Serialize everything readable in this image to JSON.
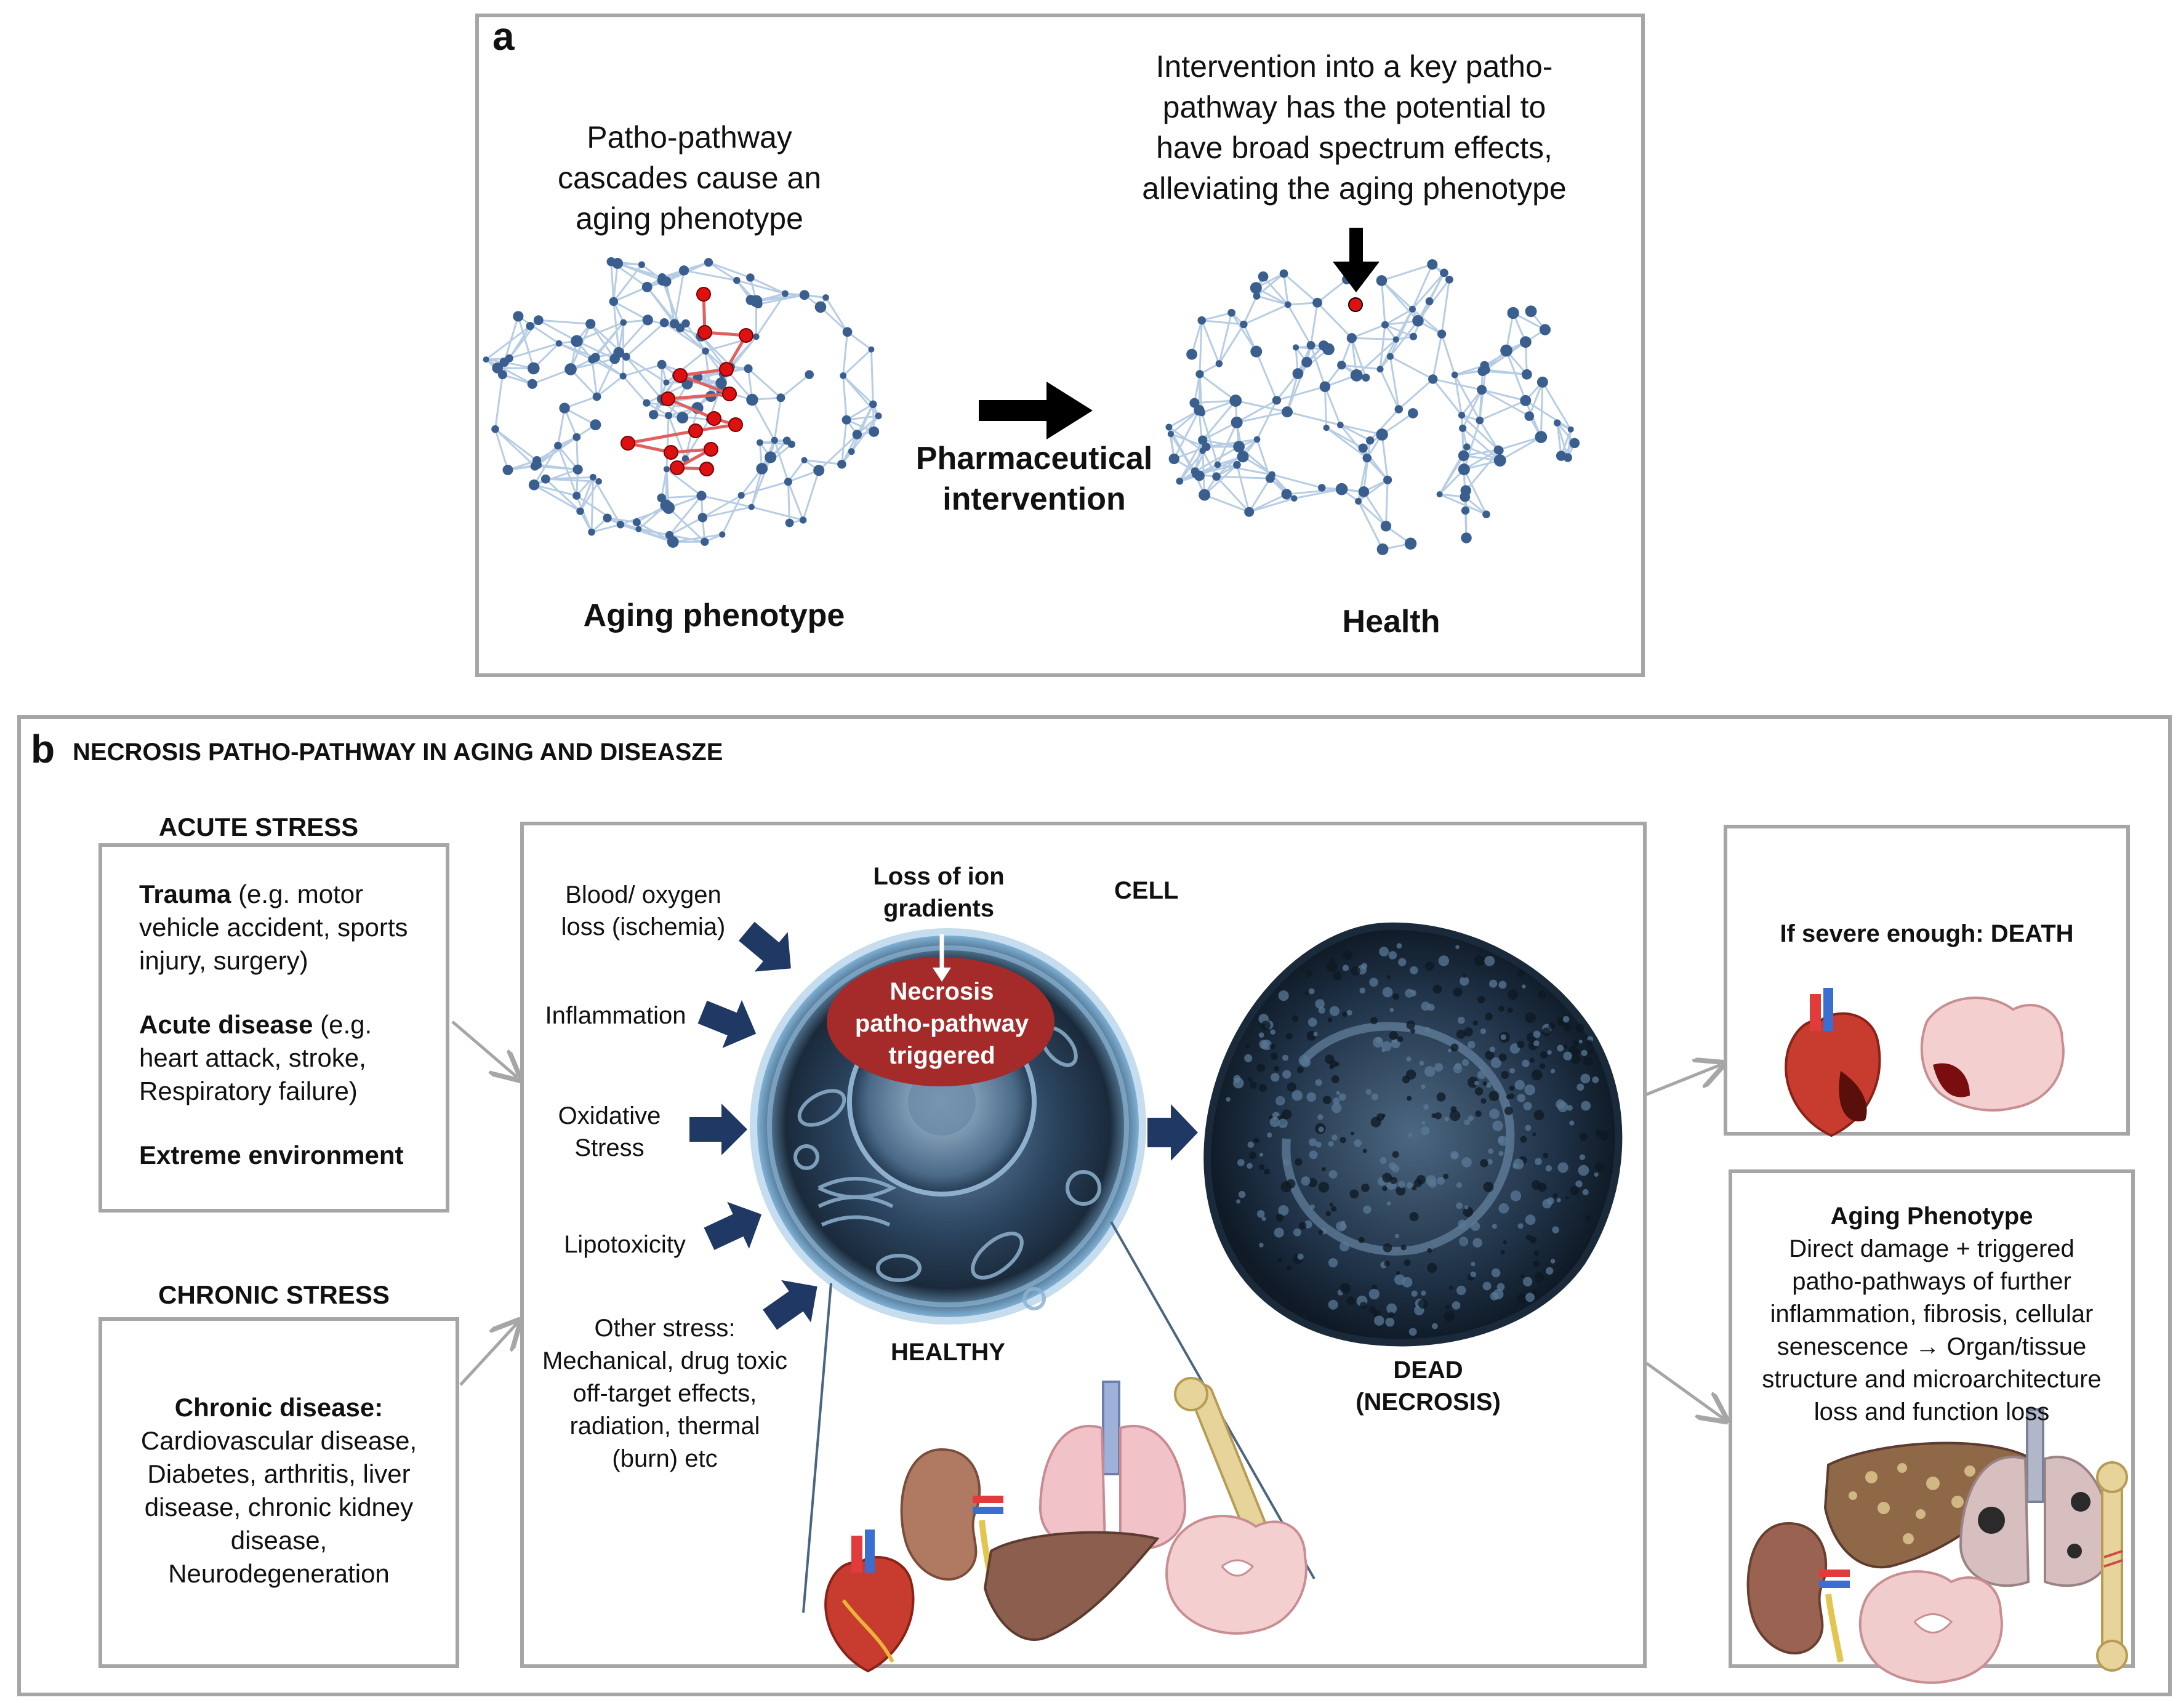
{
  "panel_a": {
    "label": "a",
    "left_caption": [
      "Patho-pathway",
      "cascades cause an",
      "aging phenotype"
    ],
    "right_caption": [
      "Intervention into a key patho-",
      "pathway has the potential to",
      "have broad spectrum effects,",
      "alleviating the aging phenotype"
    ],
    "arrow_label": [
      "Pharmaceutical",
      "intervention"
    ],
    "left_title": "Aging phenotype",
    "right_title": "Health"
  },
  "panel_b": {
    "label": "b",
    "title": "NECROSIS PATHO-PATHWAY IN AGING AND DISEASZE",
    "acute": {
      "header": "ACUTE STRESS",
      "trauma_bold": "Trauma",
      "trauma_rest": " (e.g. motor vehicle accident, sports injury, surgery)",
      "disease_bold": "Acute disease",
      "disease_rest": " (e.g. heart attack, stroke, Respiratory failure)",
      "env_bold": "Extreme environment"
    },
    "chronic": {
      "header": "CHRONIC STRESS",
      "bold": "Chronic disease:",
      "lines": [
        "Cardiovascular disease,",
        "Diabetes, arthritis, liver",
        "disease, chronic kidney",
        "disease,",
        "Neurodegeneration"
      ]
    },
    "stressors": [
      [
        "Blood/ oxygen",
        "loss (ischemia)"
      ],
      [
        "Inflammation"
      ],
      [
        "Oxidative",
        "Stress"
      ],
      [
        "Lipotoxicity"
      ],
      [
        "Other stress:",
        "Mechanical, drug toxic",
        "off-target effects,",
        "radiation, thermal",
        "(burn) etc"
      ]
    ],
    "ion_loss": [
      "Loss of ion",
      "gradients"
    ],
    "cell_label": "CELL",
    "necrosis_trigger": [
      "Necrosis",
      "patho-pathway",
      "triggered"
    ],
    "healthy_label": "HEALTHY",
    "dead_label": [
      "DEAD",
      "(NECROSIS)"
    ],
    "death": {
      "title": "If severe enough: DEATH"
    },
    "aging": {
      "title": "Aging Phenotype",
      "lines": [
        "Direct damage  + triggered",
        "patho-pathways  of further",
        "inflammation, fibrosis, cellular",
        "senescence → Organ/tissue",
        "structure and microarchitecture",
        "loss and function loss"
      ]
    }
  },
  "colors": {
    "box_border": "#a6a6a6",
    "node_blue": "#3a5f8f",
    "edge_blue": "#b7cde4",
    "node_red": "#dd1111",
    "stress_arrow": "#1f3864",
    "trigger_fill": "#a52a2a",
    "cell_dark": "#1b2a3a",
    "cell_glow": "#5e8ab0"
  }
}
